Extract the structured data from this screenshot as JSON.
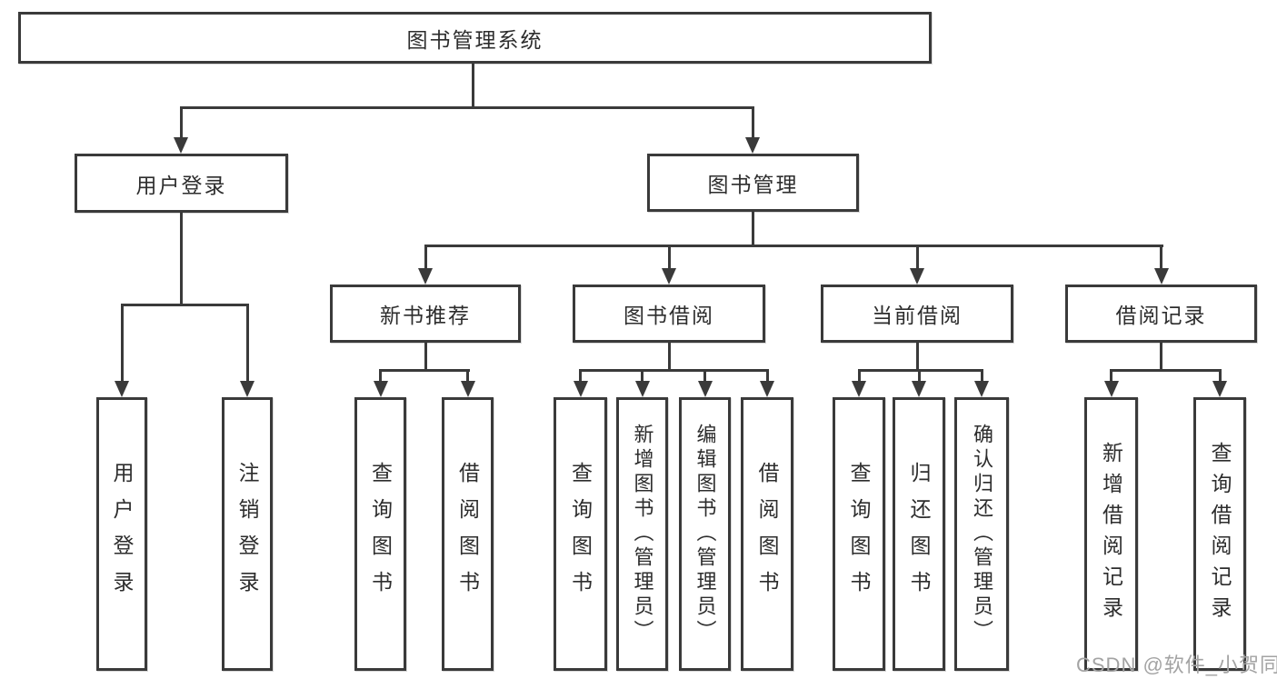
{
  "diagram_title": "图书管理系统",
  "tree": {
    "label": "图书管理系统",
    "children": [
      {
        "label": "用户登录",
        "children": [
          {
            "label": "用户登录"
          },
          {
            "label": "注销登录"
          }
        ]
      },
      {
        "label": "图书管理",
        "children": [
          {
            "label": "新书推荐",
            "children": [
              {
                "label": "查询图书"
              },
              {
                "label": "借阅图书"
              }
            ]
          },
          {
            "label": "图书借阅",
            "children": [
              {
                "label": "查询图书"
              },
              {
                "label": "新增图书（管理员）"
              },
              {
                "label": "编辑图书（管理员）"
              },
              {
                "label": "借阅图书"
              }
            ]
          },
          {
            "label": "当前借阅",
            "children": [
              {
                "label": "查询图书"
              },
              {
                "label": "归还图书"
              },
              {
                "label": "确认归还（管理员）"
              }
            ]
          },
          {
            "label": "借阅记录",
            "children": [
              {
                "label": "新增借阅记录"
              },
              {
                "label": "查询借阅记录"
              }
            ]
          }
        ]
      }
    ]
  },
  "watermark": "CSDN @软件_小贺同学",
  "colors": {
    "line": "#3a3a3a",
    "text": "#2d2d2d",
    "watermark": "#a3a3a3",
    "background": "#ffffff"
  }
}
